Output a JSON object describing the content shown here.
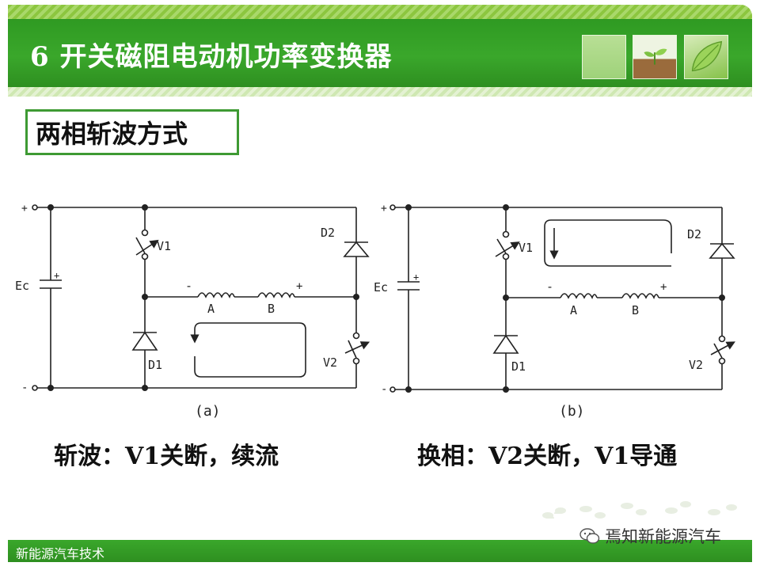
{
  "header": {
    "title": "6 开关磁阻电动机功率变换器"
  },
  "subtitle": "两相斩波方式",
  "circuit_a": {
    "plus": "+",
    "minus": "-",
    "source": "Ec",
    "cap_plus": "+",
    "switch1": "V1",
    "switch2": "V2",
    "diode1": "D1",
    "diode2": "D2",
    "coil_minus": "-",
    "coil_plus": "+",
    "phase_a": "A",
    "phase_b": "B",
    "label": "(a)"
  },
  "circuit_b": {
    "plus": "+",
    "minus": "-",
    "source": "Ec",
    "cap_plus": "+",
    "switch1": "V1",
    "switch2": "V2",
    "diode1": "D1",
    "diode2": "D2",
    "coil_minus": "-",
    "coil_plus": "+",
    "phase_a": "A",
    "phase_b": "B",
    "label": "(b)"
  },
  "captions": {
    "a": "斩波：V1关断，续流",
    "b": "换相：V2关断，V1导通"
  },
  "footer": {
    "text": "新能源汽车技术"
  },
  "watermark": {
    "text": "焉知新能源汽车"
  },
  "colors": {
    "header_green": "#3aa72b",
    "border_green": "#3e9a33"
  }
}
